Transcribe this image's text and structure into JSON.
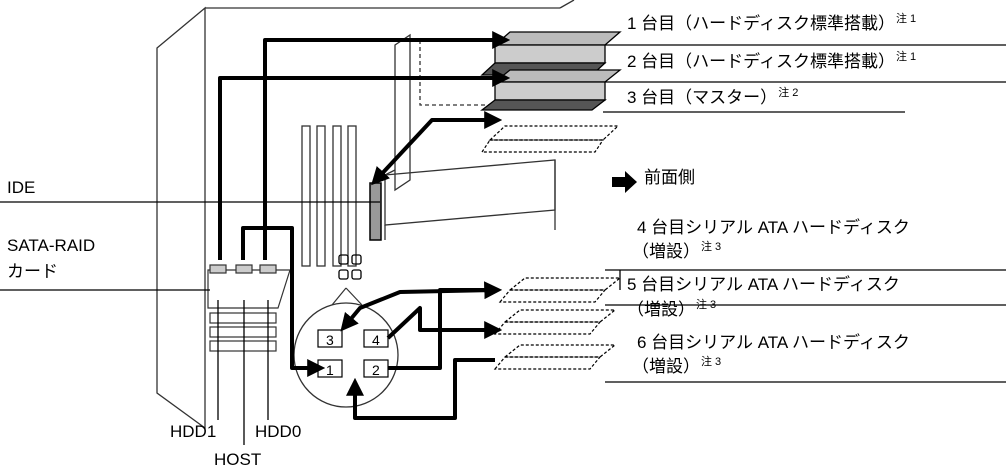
{
  "drives": [
    {
      "label": "1 台目（ハードディスク標準搭載）",
      "note": "注 1"
    },
    {
      "label": "2 台目（ハードディスク標準搭載）",
      "note": "注 1"
    },
    {
      "label": "3 台目（マスター）",
      "note": "注 2"
    }
  ],
  "sata_drives": [
    {
      "line1": "4 台目シリアル ATA ハードディスク",
      "line2": "（増設）",
      "note": "注 3"
    },
    {
      "line1": "5 台目シリアル ATA ハードディスク",
      "line2": "（増設）",
      "note": "注 3"
    },
    {
      "line1": "6 台目シリアル ATA ハードディスク",
      "line2": "（増設）",
      "note": "注 3"
    }
  ],
  "front_label": "前面側",
  "ide_label": "IDE",
  "sata_card_label_1": "SATA-RAID",
  "sata_card_label_2": "カード",
  "ports": {
    "hdd1": "HDD1",
    "hdd0": "HDD0",
    "host": "HOST"
  },
  "ports_numbers": [
    "1",
    "2",
    "3",
    "4"
  ]
}
